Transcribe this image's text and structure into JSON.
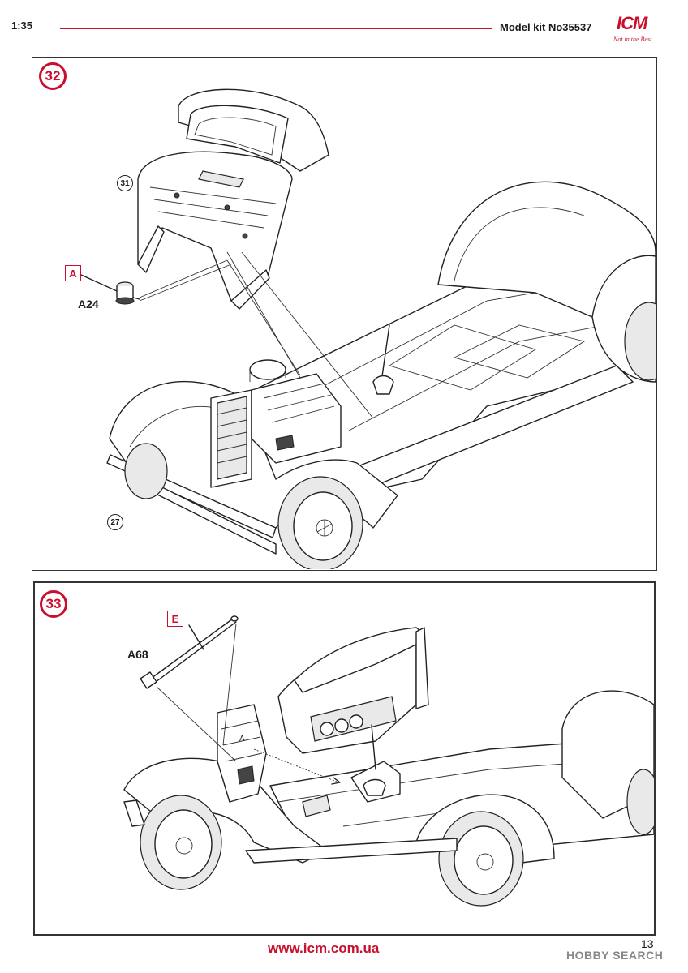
{
  "header": {
    "scale": "1:35",
    "model": "Model kit No35537",
    "brand": "ICM",
    "tagline": "Not in the Best"
  },
  "colors": {
    "accent": "#c8102e",
    "line": "#222222"
  },
  "steps": [
    {
      "number": "32",
      "sub_refs": [
        "31",
        "27"
      ],
      "part_tag": "A",
      "part_label": "A24"
    },
    {
      "number": "33",
      "part_tag": "E",
      "part_label": "A68"
    }
  ],
  "footer": {
    "url": "www.icm.com.ua",
    "page": "13",
    "watermark": "HOBBY SEARCH"
  }
}
